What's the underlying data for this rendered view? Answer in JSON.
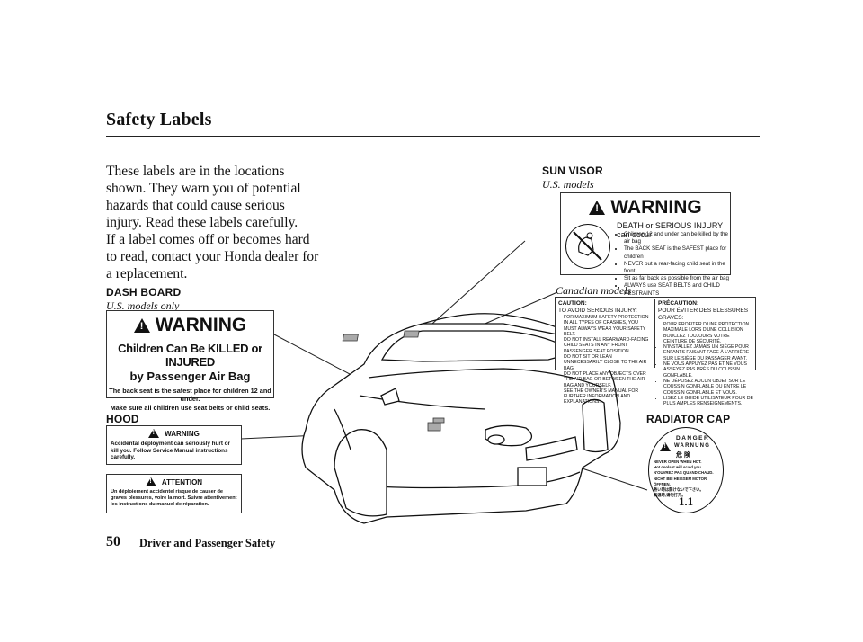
{
  "heading": "Safety Labels",
  "intro": {
    "p1": "These labels are in the locations shown. They warn you of potential hazards that could cause serious injury. Read these labels carefully.",
    "p2": "If a label comes off or becomes hard to read, contact your Honda dealer for a replacement."
  },
  "sun_visor": {
    "section": "SUN VISOR",
    "us_note": "U.S. models",
    "warning_word": "WARNING",
    "headline": "DEATH or SERIOUS INJURY can occur",
    "bullets": [
      "Children 12 and under can be killed by the air bag",
      "The BACK SEAT is the SAFEST place for children",
      "NEVER put a rear-facing child seat in the front",
      "Sit as far back as possible from the air bag",
      "ALWAYS use SEAT BELTS and CHILD RESTRAINTS"
    ],
    "canada_note": "Canadian models",
    "caution_title": "CAUTION:",
    "caution_sub": "TO AVOID SERIOUS INJURY:",
    "caution_items": [
      "FOR MAXIMUM SAFETY PROTECTION IN ALL TYPES OF CRASHES, YOU MUST ALWAYS WEAR YOUR SAFETY BELT.",
      "DO NOT INSTALL REARWARD-FACING CHILD SEATS IN ANY FRONT PASSENGER SEAT POSITION.",
      "DO NOT SIT OR LEAN UNNECESSARILY CLOSE TO THE AIR BAG.",
      "DO NOT PLACE ANY OBJECTS OVER THE AIR BAG OR BETWEEN THE AIR BAG AND YOURSELF.",
      "SEE THE OWNER'S MANUAL FOR FURTHER INFORMATION AND EXPLANATIONS."
    ],
    "precaution_title": "PRÉCAUTION:",
    "precaution_sub": "POUR ÉVITER DES BLESSURES GRAVES:",
    "precaution_items": [
      "POUR PROFITER D'UNE PROTECTION MAXIMALE LORS D'UNE COLLISION BOUCLEZ TOUJOURS VOTRE CEINTURE DE SÉCURITÉ.",
      "N'INSTALLEZ JAMAIS UN SIÈGE POUR ENFANTS FAISANT FACE À L'ARRIÈRE SUR LE SIÈGE DU PASSAGER AVANT.",
      "NE VOUS APPUYEZ PAS ET NE VOUS ASSEYEZ PAS PRÈS DU COUSSIN GONFLABLE.",
      "NE DÉPOSEZ AUCUN OBJET SUR LE COUSSIN GONFLABLE OU ENTRE LE COUSSIN GONFLABLE ET VOUS.",
      "LISEZ LE GUIDE UTILISATEUR POUR DE PLUS AMPLES RENSEIGNEMENTS."
    ]
  },
  "dash": {
    "section": "DASH BOARD",
    "note": "U.S. models only",
    "warning_word": "WARNING",
    "line1": "Children Can Be KILLED or INJURED",
    "line2": "by Passenger Air Bag",
    "line3": "The back seat is the safest place for children 12 and under.",
    "line4": "Make sure all children use seat belts or child seats."
  },
  "hood": {
    "section": "HOOD",
    "warning_word": "WARNING",
    "warning_text": "Accidental deployment can seriously hurt or kill you. Follow Service Manual instructions carefully.",
    "attention_word": "ATTENTION",
    "attention_text": "Un déploiement accidentel risque de causer de graves blessures, voire la mort. Suivre attentivement les instructions du manuel de réparation."
  },
  "radiator": {
    "section": "RADIATOR CAP",
    "danger": "DANGER",
    "warnung": "WARNUNG",
    "kanji": "危  険",
    "lines": [
      "NEVER OPEN WHEN HOT.",
      "Hot coolant will scald you.",
      "N'OUVREZ PAS QUAND CHAUD.",
      "NICHT BEI HEISSEM MOTOR ÖFFNEN.",
      "熱い時は開けないで下さい。",
      "高温時,请勿打开。"
    ],
    "pressure": "1.1"
  },
  "footer": {
    "page_number": "50",
    "section_title": "Driver and Passenger Safety"
  }
}
